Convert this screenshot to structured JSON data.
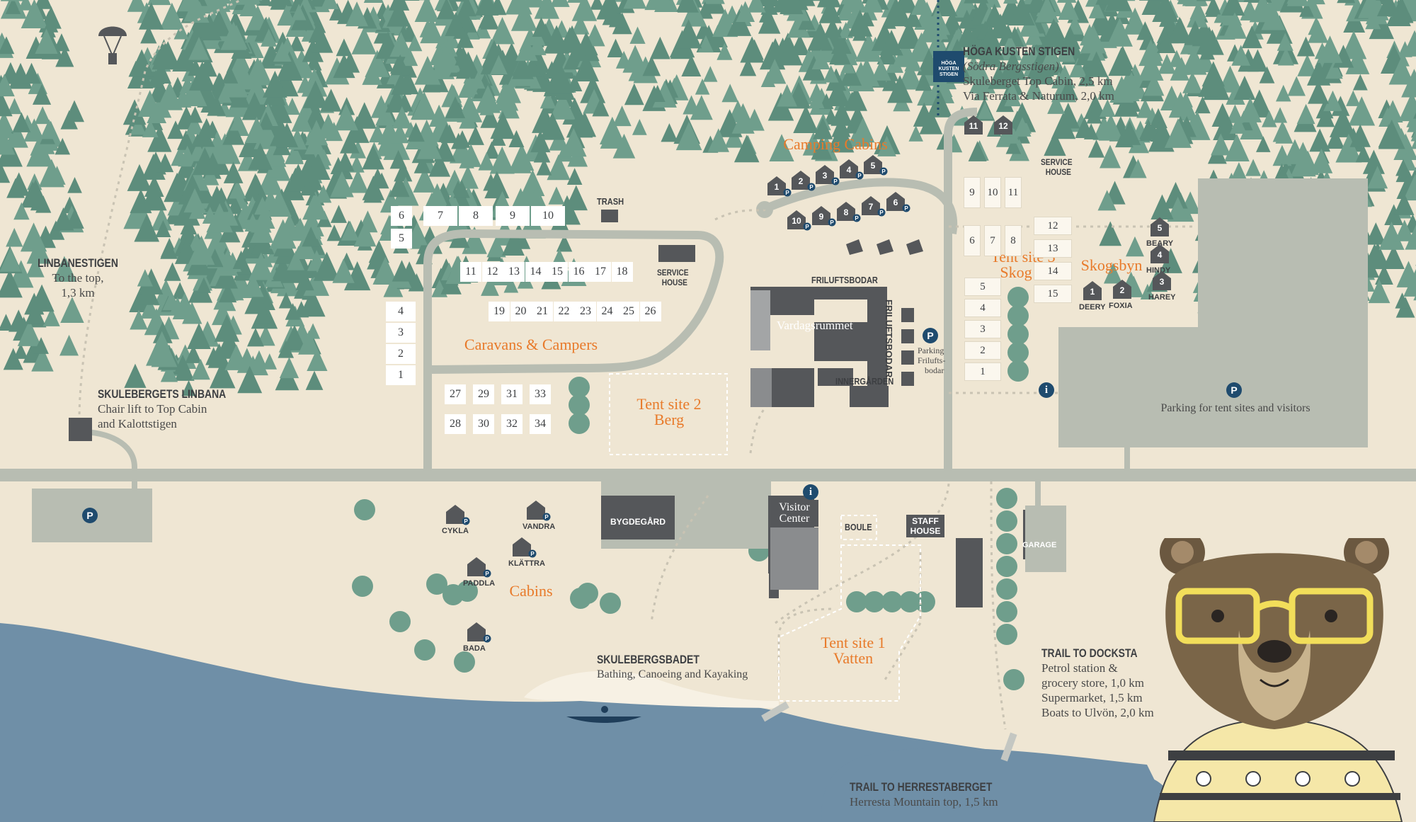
{
  "map": {
    "colors": {
      "background": "#efe6d3",
      "water": "#6f8fa7",
      "tree": "#6f9e8c",
      "road": "#b8bdb2",
      "building": "#55575a",
      "accent": "#e87a2a",
      "marker": "#1f4b6e"
    },
    "areas": {
      "caravans": "Caravans & Campers",
      "camping_cabins": "Camping Cabins",
      "tent2_a": "Tent site 2",
      "tent2_b": "Berg",
      "tent3_a": "Tent site 3",
      "tent3_b": "Skog",
      "skogsbyn": "Skogsbyn",
      "cabins": "Cabins",
      "tent1_a": "Tent site 1",
      "tent1_b": "Vatten"
    },
    "trails": {
      "linbanestigen": {
        "title": "LINBANESTIGEN",
        "line1": "To the top,",
        "line2": "1,3 km"
      },
      "linbana": {
        "title": "SKULEBERGETS LINBANA",
        "line1": "Chair lift to Top Cabin",
        "line2": "and Kalottstigen"
      },
      "hoga": {
        "title": "HÖGA KUSTEN STIGEN",
        "line1": "(Södra Bergsstigen)",
        "line2": "Skuleberget Top Cabin, 2,5 km",
        "line3": "Via Ferrata & Naturum, 2,0 km",
        "logo": "HÖGA KUSTEN STIGEN"
      },
      "dockstra": {
        "title": "TRAIL TO DOCKSTA",
        "line1": "Petrol station &",
        "line2": "grocery store, 1,0 km",
        "line3": "Supermarket, 1,5 km",
        "line4": "Boats to Ulvön, 2,0 km"
      },
      "herresta": {
        "title": "TRAIL TO HERRESTABERGET",
        "line1": "Herresta Mountain top, 1,5 km"
      },
      "badet": {
        "title": "SKULEBERGSBADET",
        "line1": "Bathing, Canoeing and Kayaking"
      }
    },
    "buildings": {
      "trash": "TRASH",
      "service1_a": "SERVICE",
      "service1_b": "HOUSE",
      "service2_a": "SERVICE",
      "service2_b": "HOUSE",
      "friluftsbodar_top": "FRILUFTSBODAR",
      "friluftsbodar_side": "FRILUFTSBODAR",
      "vardagsrummet": "Vardagsrummet",
      "innergarden": "INNERGÅRDEN",
      "parking_frilufts_a": "Parking",
      "parking_frilufts_b": "Frilufts-",
      "parking_frilufts_c": "bodar",
      "parking_visitors": "Parking for tent sites and visitors",
      "bygdegard": "BYGDEGÅRD",
      "visitor_a": "Visitor",
      "visitor_b": "Center",
      "boule": "BOULE",
      "staff_a": "STAFF",
      "staff_b": "HOUSE",
      "garage": "GARAGE"
    },
    "cabins_lower": [
      "CYKLA",
      "VANDRA",
      "KLÄTTRA",
      "PADDLA",
      "BADA"
    ],
    "skogsbyn_cabins": [
      {
        "num": "5",
        "name": "BEARY"
      },
      {
        "num": "4",
        "name": "HINDY"
      },
      {
        "num": "3",
        "name": "HAREY"
      },
      {
        "num": "1",
        "name": "DEERY"
      },
      {
        "num": "2",
        "name": "FOXIA"
      }
    ],
    "camping_cabins_top": [
      "1",
      "2",
      "3",
      "4",
      "5"
    ],
    "camping_cabins_bottom": [
      "10",
      "9",
      "8",
      "7",
      "6"
    ],
    "hoga_cabins": [
      "11",
      "12"
    ],
    "caravan_plots": {
      "row_top": [
        "6",
        "7",
        "8",
        "9",
        "10"
      ],
      "single": "5",
      "left_col": [
        "4",
        "3",
        "2",
        "1"
      ],
      "row_mid": [
        "11",
        "12",
        "13",
        "14",
        "15",
        "16",
        "17",
        "18"
      ],
      "row_low": [
        "19",
        "20",
        "21",
        "22",
        "23",
        "24",
        "25",
        "26"
      ],
      "block_top": [
        "27",
        "29",
        "31",
        "33"
      ],
      "block_bottom": [
        "28",
        "30",
        "32",
        "34"
      ]
    },
    "tent3_plots": {
      "col_a": [
        "9",
        "6"
      ],
      "col_b": [
        "10",
        "7"
      ],
      "col_c": [
        "11",
        "8"
      ],
      "right": [
        "12",
        "13",
        "14",
        "15"
      ],
      "left": [
        "5",
        "4",
        "3",
        "2",
        "1"
      ]
    },
    "markers": {
      "parking": "P",
      "info": "i"
    }
  }
}
